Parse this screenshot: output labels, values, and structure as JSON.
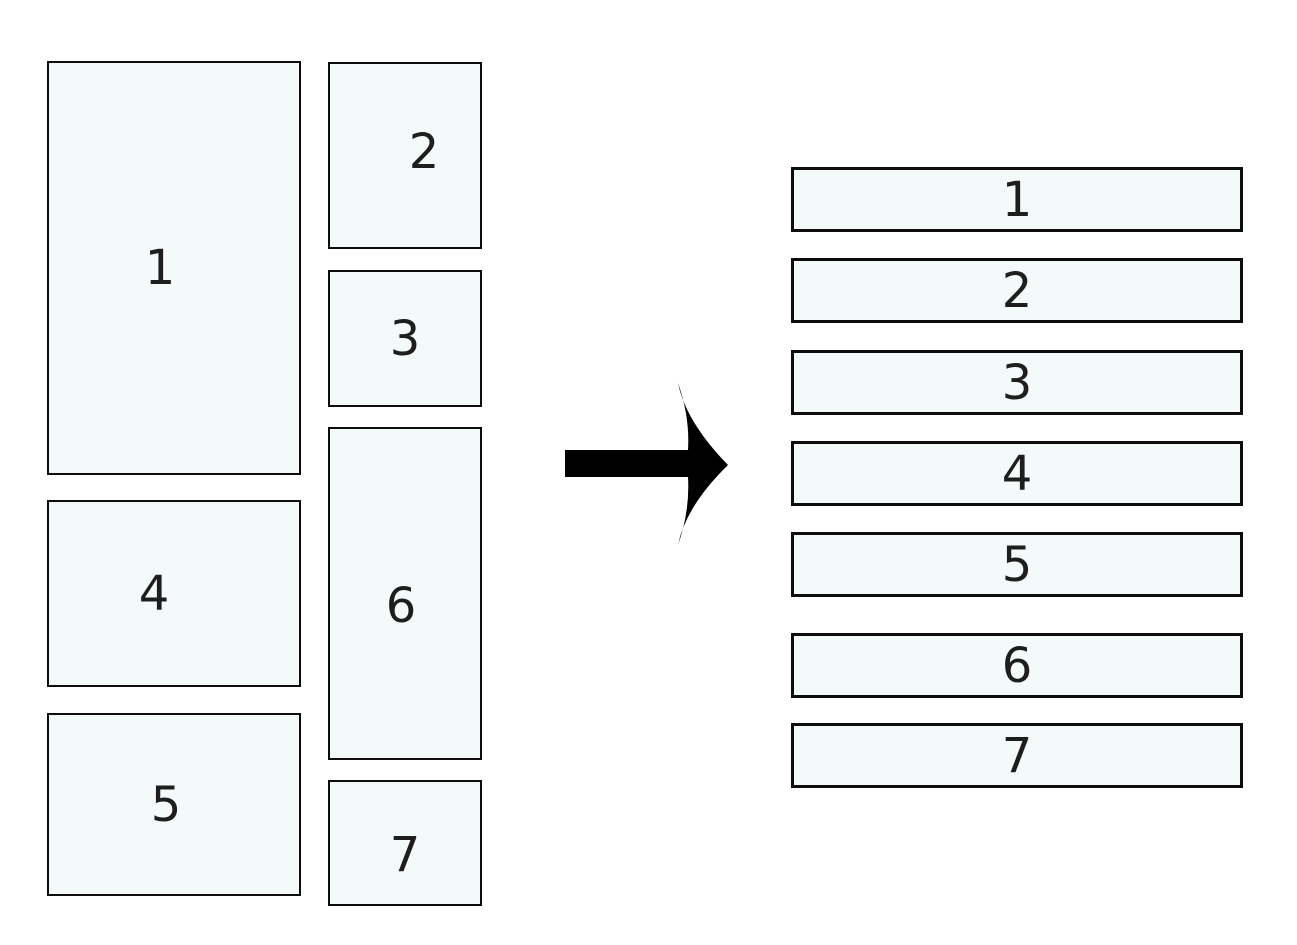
{
  "colors": {
    "background": "#ffffff",
    "box_fill": "#f4f9fa",
    "box_border": "#0d0d0d",
    "arrow_fill": "#000000",
    "label_text": "#1e1e1e"
  },
  "left_layout": {
    "boxes": [
      {
        "label": "1"
      },
      {
        "label": "2"
      },
      {
        "label": "3"
      },
      {
        "label": "4"
      },
      {
        "label": "5"
      },
      {
        "label": "6"
      },
      {
        "label": "7"
      }
    ]
  },
  "arrow": {
    "icon": "right-arrow"
  },
  "right_layout": {
    "items": [
      {
        "label": "1"
      },
      {
        "label": "2"
      },
      {
        "label": "3"
      },
      {
        "label": "4"
      },
      {
        "label": "5"
      },
      {
        "label": "6"
      },
      {
        "label": "7"
      }
    ]
  }
}
